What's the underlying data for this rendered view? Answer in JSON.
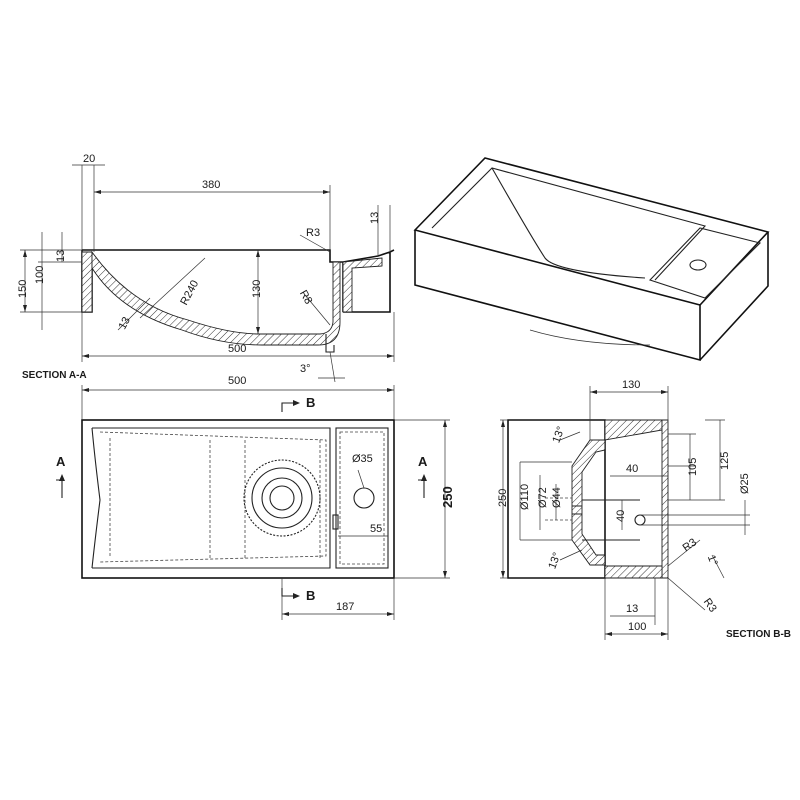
{
  "labels": {
    "section_aa": "SECTION A-A",
    "section_bb": "SECTION B-B",
    "a_left": "A",
    "a_right": "A",
    "b_top": "B",
    "b_bottom": "B"
  },
  "section_aa_dims": {
    "d20": "20",
    "d380": "380",
    "r3": "R3",
    "d13_right": "13",
    "d13_left": "13",
    "d150": "150",
    "d100": "100",
    "r240": "R240",
    "d130": "130",
    "r8": "R8",
    "d13_diag": "13",
    "d500": "500",
    "angle3": "3°"
  },
  "top_view_dims": {
    "d500": "500",
    "d250": "250",
    "d35": "Ø35",
    "d55": "55",
    "d187": "187"
  },
  "section_bb_dims": {
    "d130": "130",
    "angle13_top": "13°",
    "d105": "105",
    "d125": "125",
    "d40_h": "40",
    "d25": "Ø25",
    "d250": "250",
    "d110": "Ø110",
    "d72": "Ø72",
    "d44": "Ø44",
    "d40_v": "40",
    "angle13_bottom": "13°",
    "r3_a": "R3",
    "angle1": "1°",
    "r3_b": "R3",
    "d13": "13",
    "d100": "100"
  }
}
